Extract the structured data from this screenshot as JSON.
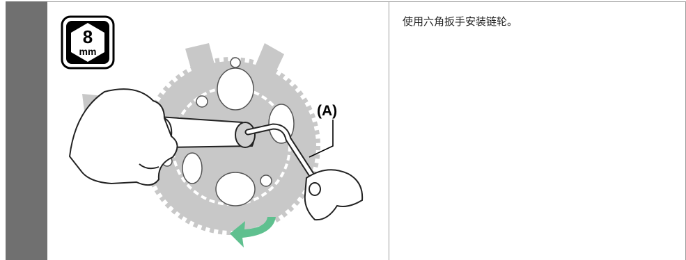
{
  "tool_badge": {
    "size_value": "8",
    "size_unit": "mm",
    "icon": "hex-wrench-size-badge"
  },
  "illustration": {
    "callout_label": "(A)",
    "arrow_color": "#5fc08f",
    "chainring_color": "#c8c8c8"
  },
  "instruction": {
    "text": "使用六角扳手安装链轮。"
  }
}
